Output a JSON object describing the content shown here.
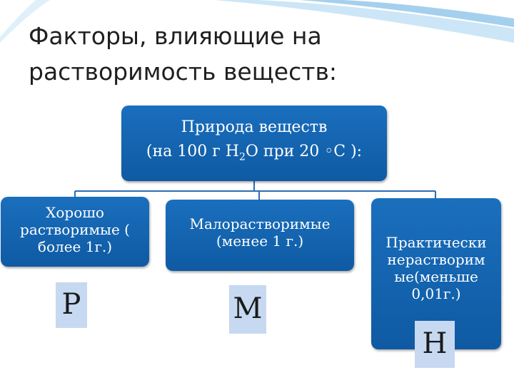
{
  "title": {
    "line1": "Факторы, влияющие на",
    "line2": "растворимость веществ:"
  },
  "root": {
    "line1": "Природа веществ",
    "line2_prefix": "(на 100 г H",
    "line2_sub": "2",
    "line2_suffix": "O при 20 ◦C ):"
  },
  "children": [
    {
      "label": "Хорошо растворимые ( более 1г.)",
      "letter": "Р"
    },
    {
      "label": "Малорастворимые (менее 1 г.)",
      "letter": "М"
    },
    {
      "label": "Практически нерастворим ые(меньше 0,01г.)",
      "letter": "Н"
    }
  ],
  "colors": {
    "box": "#0f5aa3",
    "letter_bg": "#c6d9f1",
    "connector": "#2a6db5",
    "swoosh": "#8fc4e8"
  }
}
